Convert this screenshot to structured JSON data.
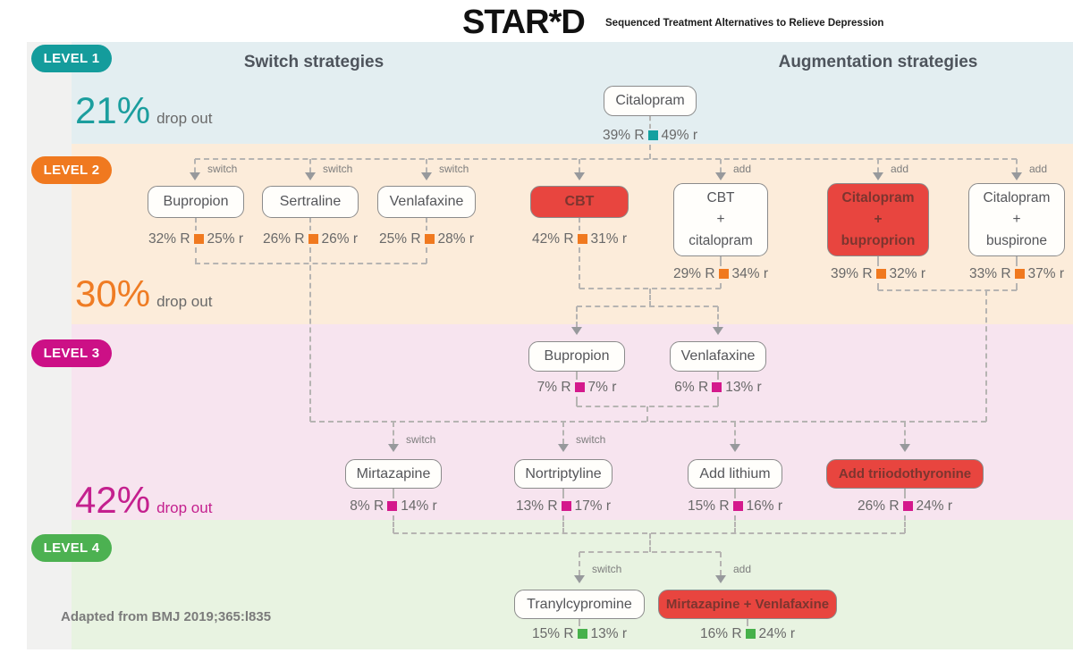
{
  "header": {
    "title": "STAR*D",
    "subtitle": "Sequenced Treatment Alternatives to Relieve Depression"
  },
  "columns": {
    "switch": "Switch strategies",
    "augmentation": "Augmentation strategies"
  },
  "levels": [
    {
      "badge": "LEVEL 1",
      "dropout": "21%",
      "dropout_suffix": "drop out",
      "accent": "#149c9c",
      "band": "#e3eef1"
    },
    {
      "badge": "LEVEL 2",
      "dropout": "30%",
      "dropout_suffix": "drop out",
      "accent": "#f0791f",
      "band": "#fcecda"
    },
    {
      "badge": "LEVEL 3",
      "dropout": "42%",
      "dropout_suffix": "drop out",
      "accent": "#cc1086",
      "band": "#f7e4ef"
    },
    {
      "badge": "LEVEL 4",
      "accent": "#4cb151",
      "band": "#e8f3e1"
    }
  ],
  "edges": {
    "switch": "switch",
    "add": "add"
  },
  "nodes": {
    "citalopram": {
      "label": "Citalopram",
      "stats_left": "39% R",
      "stats_right": "49% r"
    },
    "bupropion_l2": {
      "label": "Bupropion",
      "stats_left": "32% R",
      "stats_right": "25% r"
    },
    "sertraline": {
      "label": "Sertraline",
      "stats_left": "26% R",
      "stats_right": "26% r"
    },
    "venlafaxine_l2": {
      "label": "Venlafaxine",
      "stats_left": "25% R",
      "stats_right": "28% r"
    },
    "cbt": {
      "label": "CBT",
      "stats_left": "42% R",
      "stats_right": "31% r",
      "highlighted": true
    },
    "cbt_citalopram": {
      "label": "CBT\n+\ncitalopram",
      "stats_left": "29% R",
      "stats_right": "34% r"
    },
    "citalopram_buproprion": {
      "label": "Citalopram\n+\nbuproprion",
      "stats_left": "39% R",
      "stats_right": "32% r",
      "highlighted": true
    },
    "citalopram_buspirone": {
      "label": "Citalopram\n+\nbuspirone",
      "stats_left": "33% R",
      "stats_right": "37% r"
    },
    "bupropion_l3": {
      "label": "Bupropion",
      "stats_left": "7% R",
      "stats_right": "7% r"
    },
    "venlafaxine_l3": {
      "label": "Venlafaxine",
      "stats_left": "6% R",
      "stats_right": "13% r"
    },
    "mirtazapine": {
      "label": "Mirtazapine",
      "stats_left": "8% R",
      "stats_right": "14% r"
    },
    "nortriptyline": {
      "label": "Nortriptyline",
      "stats_left": "13% R",
      "stats_right": "17% r"
    },
    "add_lithium": {
      "label": "Add lithium",
      "stats_left": "15% R",
      "stats_right": "16% r"
    },
    "add_triiodothyronine": {
      "label": "Add triiodothyronine",
      "stats_left": "26% R",
      "stats_right": "24% r",
      "highlighted": true
    },
    "tranylcypromine": {
      "label": "Tranylcypromine",
      "stats_left": "15% R",
      "stats_right": "13% r"
    },
    "mirtazapine_venlafaxine": {
      "label": "Mirtazapine + Venlafaxine",
      "stats_left": "16% R",
      "stats_right": "24% r",
      "highlighted": true
    }
  },
  "legend": {
    "remission_marker": "R",
    "response_marker": "r"
  },
  "footnote": "Adapted from BMJ 2019;365:l835",
  "palette": {
    "highlight_box": "#e8453f",
    "box_border": "#8b8b8b",
    "dashed_line": "#b6b4b2"
  }
}
